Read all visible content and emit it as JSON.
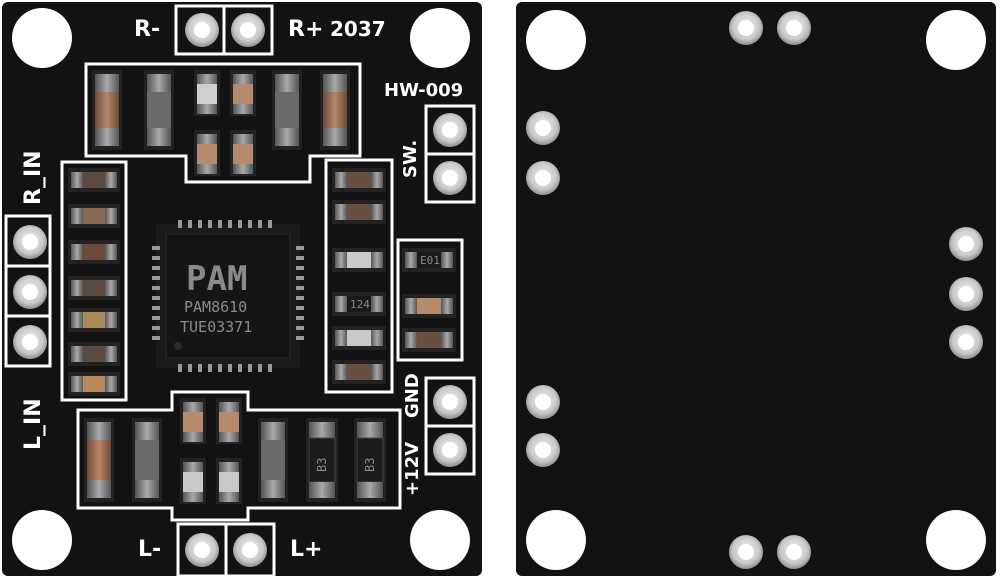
{
  "front_board": {
    "labels": {
      "r_minus": "R-",
      "r_plus": "R+",
      "board_code": "2037",
      "model": "HW-009",
      "sw": "SW.",
      "r_in": "R_IN",
      "l_in": "L_IN",
      "gnd": "GND",
      "v12": "+12V",
      "l_minus": "L-",
      "l_plus": "L+"
    },
    "chip": {
      "logo": "PAM",
      "part": "PAM8610",
      "lot": "TUE03371"
    },
    "component_marks": {
      "e01": "E01",
      "r124": "124",
      "b3_left": "B3",
      "b3_right": "B3"
    }
  },
  "colors": {
    "pcb": "#111111",
    "silkscreen": "#ffffff",
    "pad": "#cfcfcf",
    "hole": "#ffffff"
  }
}
